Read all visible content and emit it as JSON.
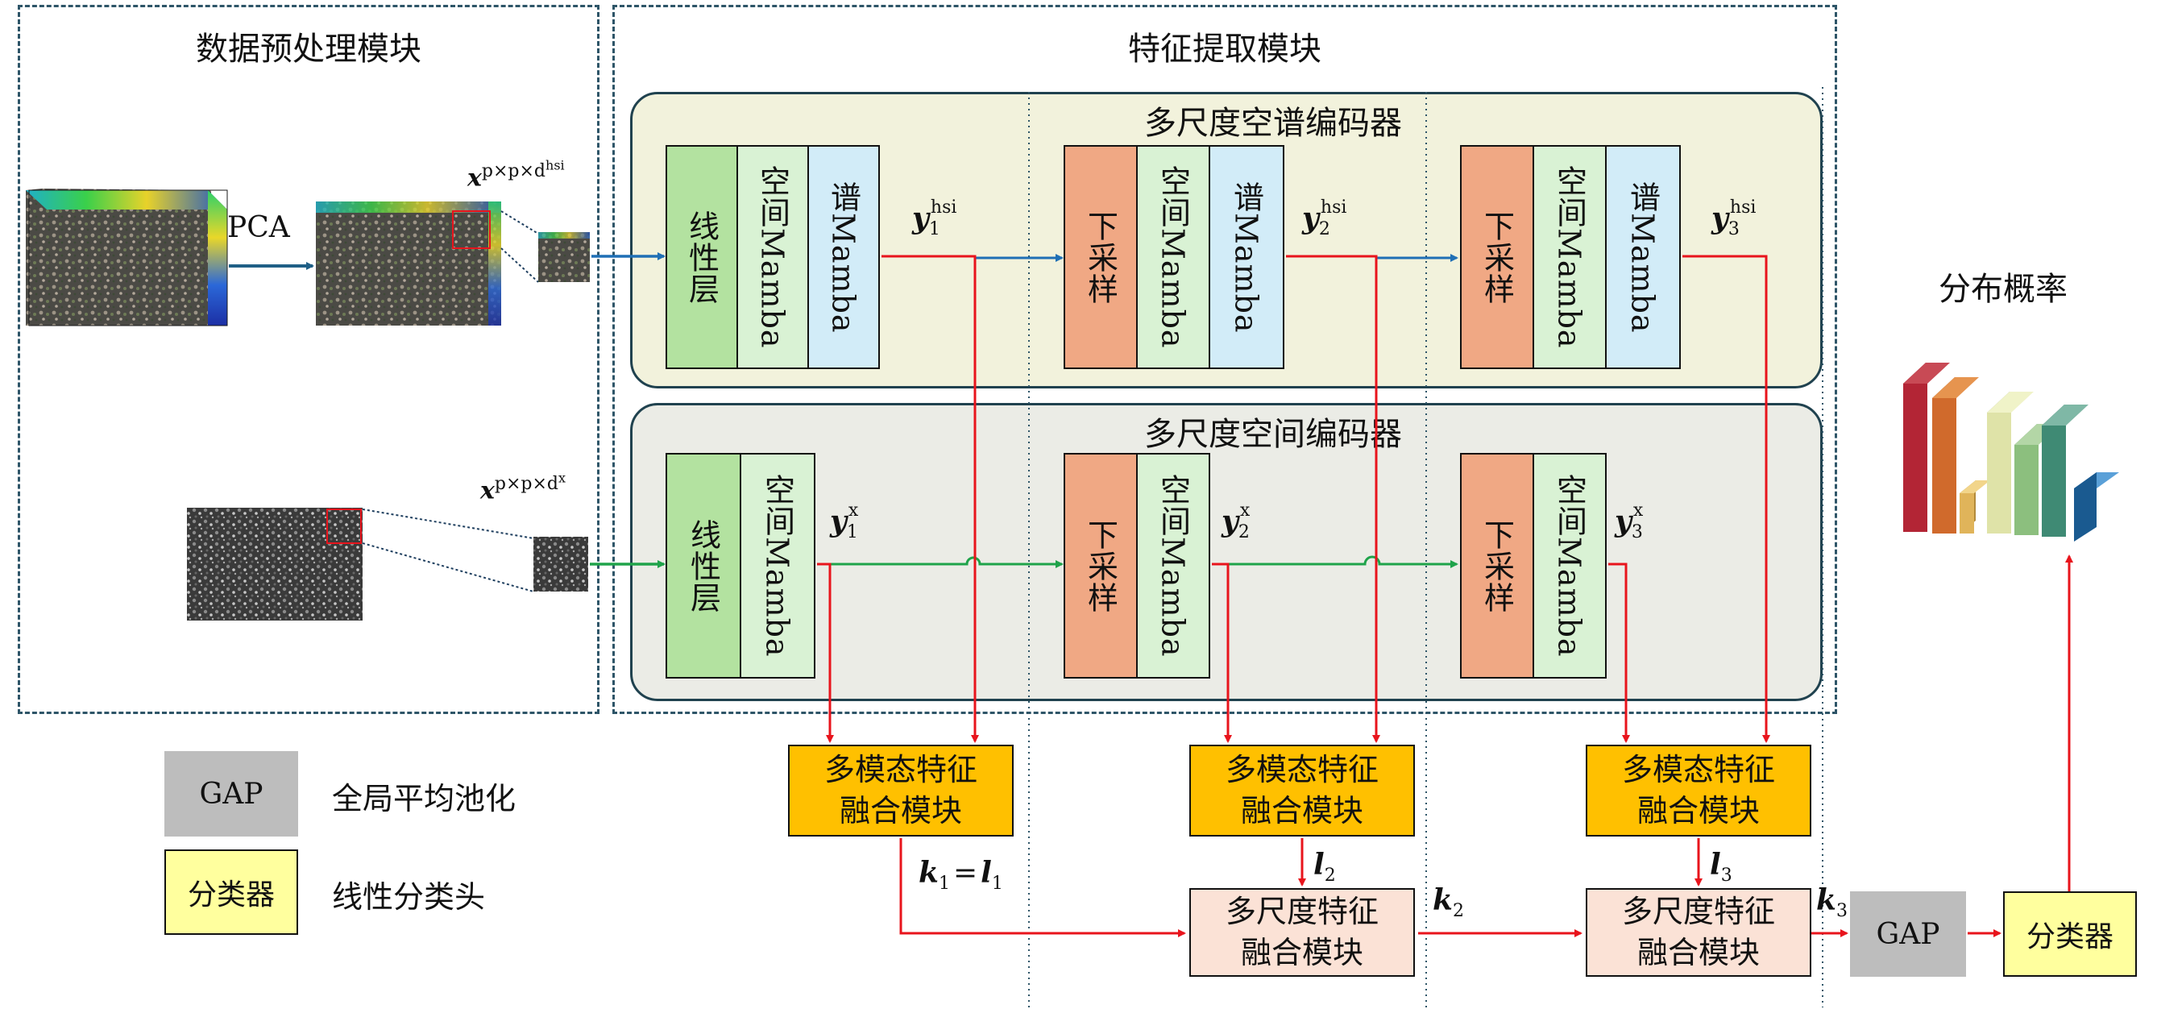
{
  "sections": {
    "preprocess_title": "数据预处理模块",
    "feature_title": "特征提取模块",
    "spectral_encoder_title": "多尺度空谱编码器",
    "spatial_encoder_title": "多尺度空间编码器",
    "prob_title": "分布概率"
  },
  "preprocess": {
    "pca_label": "PCA",
    "hsi_var": {
      "base": "x",
      "sup": "p×p×d",
      "sup2": "hsi"
    },
    "x_var": {
      "base": "x",
      "sup": "p×p×d",
      "sup2": "x"
    }
  },
  "blocks": {
    "linear": "线性层",
    "spatial_mamba": "空间Mamba",
    "spectral_mamba": "谱Mamba",
    "downsample": "下采样"
  },
  "vars": {
    "y1_hsi": {
      "base": "y",
      "sub": "1",
      "sup": "hsi"
    },
    "y2_hsi": {
      "base": "y",
      "sub": "2",
      "sup": "hsi"
    },
    "y3_hsi": {
      "base": "y",
      "sub": "3",
      "sup": "hsi"
    },
    "y1_x": {
      "base": "y",
      "sub": "1",
      "sup": "x"
    },
    "y2_x": {
      "base": "y",
      "sub": "2",
      "sup": "x"
    },
    "y3_x": {
      "base": "y",
      "sub": "3",
      "sup": "x"
    },
    "k1": {
      "base": "k",
      "sub": "1"
    },
    "eq": "=",
    "l1": {
      "base": "l",
      "sub": "1"
    },
    "l2": {
      "base": "l",
      "sub": "2"
    },
    "l3": {
      "base": "l",
      "sub": "3"
    },
    "k2": {
      "base": "k",
      "sub": "2"
    },
    "k3": {
      "base": "k",
      "sub": "3"
    }
  },
  "fusion": {
    "mm_line1": "多模态特征",
    "mm_line2": "融合模块",
    "ms_line1": "多尺度特征",
    "ms_line2": "融合模块"
  },
  "head": {
    "gap": "GAP",
    "classifier": "分类器"
  },
  "legend": {
    "gap_box": "GAP",
    "gap_text": "全局平均池化",
    "cls_box": "分类器",
    "cls_text": "线性分类头"
  },
  "colors": {
    "hsi_flow": "#1f6fb5",
    "x_flow": "#1fa34a",
    "fusion_flow": "#e8141c",
    "dashed_border": "#2e5568",
    "fusion_block": "#ffc000",
    "ms_fusion_block": "#fbe2d6",
    "gap": "#bdbdbd",
    "classifier": "#ffff9e"
  }
}
